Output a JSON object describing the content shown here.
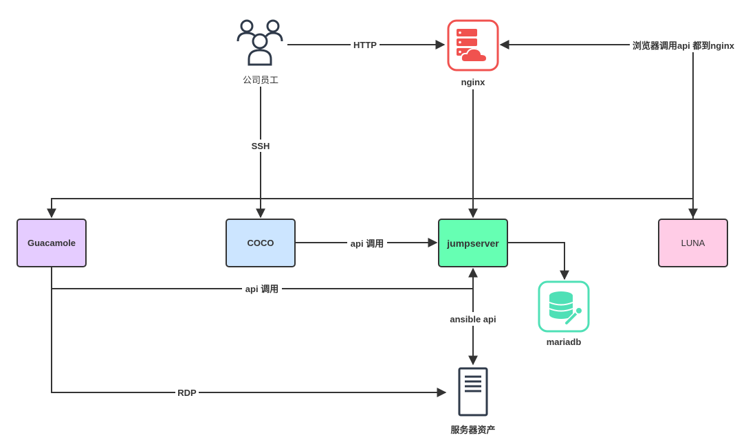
{
  "nodes": {
    "employees": {
      "label": "公司员工",
      "icon": "users-icon"
    },
    "nginx": {
      "label": "nginx",
      "icon": "server-cloud-icon",
      "color": "#f0524f"
    },
    "guacamole": {
      "label": "Guacamole",
      "fill": "#e5ccff",
      "stroke": "#333333"
    },
    "coco": {
      "label": "COCO",
      "fill": "#cce5ff",
      "stroke": "#333333"
    },
    "jumpserver": {
      "label": "jumpserver",
      "fill": "#66ffb3",
      "stroke": "#333333"
    },
    "luna": {
      "label": "LUNA",
      "fill": "#ffcce6",
      "stroke": "#333333"
    },
    "mariadb": {
      "label": "mariadb",
      "icon": "database-wrench-icon",
      "color": "#4fe0b6"
    },
    "servers": {
      "label": "服务器资产",
      "icon": "server-tower-icon"
    }
  },
  "edges": {
    "http": "HTTP",
    "browser_api": "浏览器调用api 都到nginx",
    "ssh": "SSH",
    "coco_api": "api 调用",
    "guac_api": "api 调用",
    "ansible": "ansible api",
    "rdp": "RDP"
  },
  "colors": {
    "line": "#333333",
    "text": "#333333"
  }
}
